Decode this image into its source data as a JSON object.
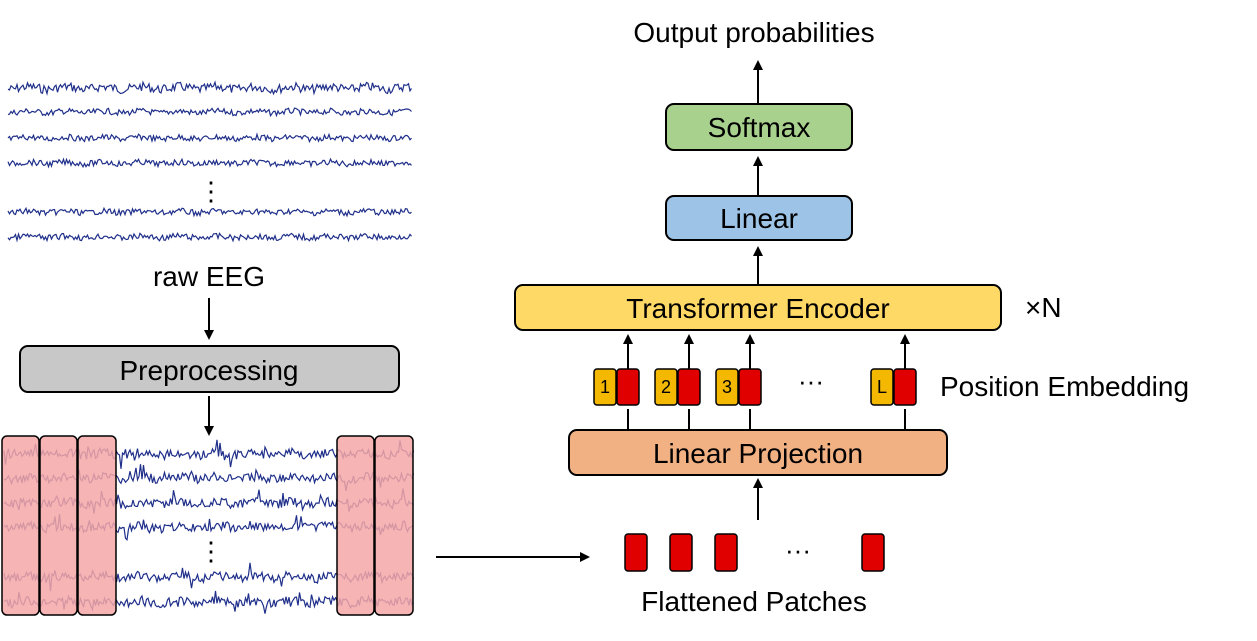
{
  "labels": {
    "raw_eeg": "raw EEG",
    "preprocessing": "Preprocessing",
    "flattened_patches": "Flattened Patches",
    "linear_projection": "Linear Projection",
    "position_embedding": "Position Embedding",
    "transformer_encoder": "Transformer Encoder",
    "repeat_n": "×N",
    "linear": "Linear",
    "softmax": "Softmax",
    "output": "Output probabilities",
    "ellipsis": "···",
    "vdots": "⋮"
  },
  "position_indices": [
    "1",
    "2",
    "3",
    "L"
  ],
  "colors": {
    "eeg_trace": "#1f2f8a",
    "preprocessing_fill": "#c8c8c8",
    "patch_highlight": "#f4a7a7",
    "patch_red": "#e00000",
    "pos_yellow": "#f5b800",
    "linear_projection_fill": "#f2b183",
    "transformer_fill": "#ffd966",
    "linear_fill": "#9dc3e6",
    "softmax_fill": "#a9d18e"
  }
}
